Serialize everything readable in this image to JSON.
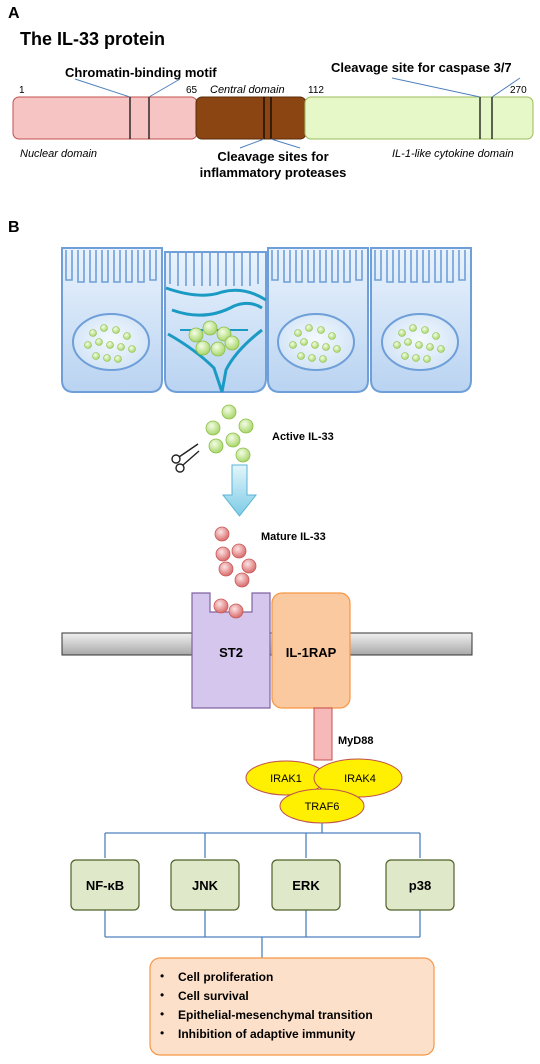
{
  "panel_a": {
    "letter": "A",
    "title": "The IL-33 protein",
    "positions": {
      "p1": "1",
      "p65": "65",
      "p112": "112",
      "p270": "270"
    },
    "chromatin_label": "Chromatin-binding motif",
    "caspase_label": "Cleavage site for caspase 3/7",
    "central_label": "Central domain",
    "nuclear_label": "Nuclear domain",
    "cytokine_label": "IL-1-like cytokine domain",
    "protease_label_line1": "Cleavage sites for",
    "protease_label_line2": "inflammatory proteases",
    "colors": {
      "nuclear": "#f7c4c4",
      "central": "#8b4513",
      "cytokine": "#e6f7c8"
    }
  },
  "panel_b": {
    "letter": "B",
    "active_label": "Active IL-33",
    "mature_label": "Mature IL-33",
    "st2_label": "ST2",
    "il1rap_label": "IL-1RAP",
    "myd88_label": "MyD88",
    "irak1_label": "IRAK1",
    "irak4_label": "IRAK4",
    "traf6_label": "TRAF6",
    "kinases": [
      "NF-κB",
      "JNK",
      "ERK",
      "p38"
    ],
    "outcomes": [
      "Cell proliferation",
      "Cell survival",
      "Epithelial-mesenchymal transition",
      "Inhibition of adaptive immunity"
    ],
    "icons": {
      "scissors": "scissors-icon",
      "arrow": "down-arrow-icon"
    },
    "colors": {
      "cell": "#cfe2f7",
      "cell_border": "#6f9fd8",
      "active_il33": "#cfeea2",
      "mature_il33": "#f2a5a5",
      "st2": "#d4c6ec",
      "il1rap": "#fbc9a0",
      "myd88": "#f6b8b8",
      "adaptor": "#ffef00",
      "kinase": "#dfe9c9",
      "outcome": "#fde0c9"
    }
  }
}
